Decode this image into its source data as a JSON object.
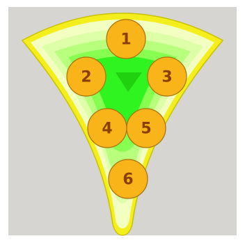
{
  "colors": {
    "page_background": "#ffffff",
    "panel_background": "#d6d5d2",
    "outer_rim": "#f4ef1c",
    "outer_rim_stroke": "#c9c000",
    "pale_band": "#f3ffc0",
    "light_green_1": "#ddffa8",
    "light_green_2": "#b9ff7e",
    "mid_green": "#86ff50",
    "center_green": "#2ff41f",
    "center_triangle": "#1fd10f",
    "node_fill": "#f8b418",
    "node_stroke": "#a77006",
    "node_text": "#8a3f04"
  },
  "nodes": [
    {
      "label": "1"
    },
    {
      "label": "2"
    },
    {
      "label": "3"
    },
    {
      "label": "4"
    },
    {
      "label": "5"
    },
    {
      "label": "6"
    }
  ]
}
